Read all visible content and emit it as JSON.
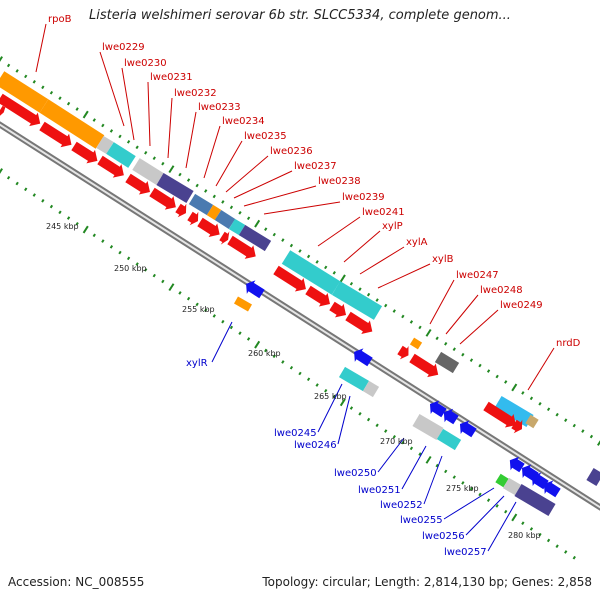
{
  "title": "Listeria welshimeri serovar 6b str. SLCC5334, complete genom...",
  "footer": {
    "accession": "Accession: NC_008555",
    "summary": "Topology: circular; Length: 2,814,130 bp; Genes: 2,858"
  },
  "colors": {
    "backbone": "#888888",
    "forward_label": "#cc0000",
    "reverse_label": "#0000cc",
    "tick": "#228822",
    "gene_red": "#ee1111",
    "gene_blue": "#1111ee",
    "orange": "#ff9900",
    "cyan": "#33cccc",
    "steel": "#4a7ab0",
    "purple": "#4a4290",
    "gray": "#c8c8c8",
    "dark_gray": "#666666",
    "sky": "#33bbee",
    "tan": "#c8a86c",
    "green": "#33cc33"
  },
  "scale_labels": [
    "245 kbp",
    "250 kbp",
    "255 kbp",
    "260 kbp",
    "265 kbp",
    "270 kbp",
    "275 kbp",
    "280 kbp"
  ],
  "forward_genes": [
    "rpoB",
    "lwe0229",
    "lwe0230",
    "lwe0231",
    "lwe0232",
    "lwe0233",
    "lwe0234",
    "lwe0235",
    "lwe0236",
    "lwe0237",
    "lwe0238",
    "lwe0239",
    "lwe0241",
    "xylP",
    "xylA",
    "xylB",
    "lwe0247",
    "lwe0248",
    "lwe0249",
    "nrdD"
  ],
  "reverse_genes": [
    "xylR",
    "lwe0245",
    "lwe0246",
    "lwe0250",
    "lwe0251",
    "lwe0252",
    "lwe0255",
    "lwe0256",
    "lwe0257"
  ]
}
